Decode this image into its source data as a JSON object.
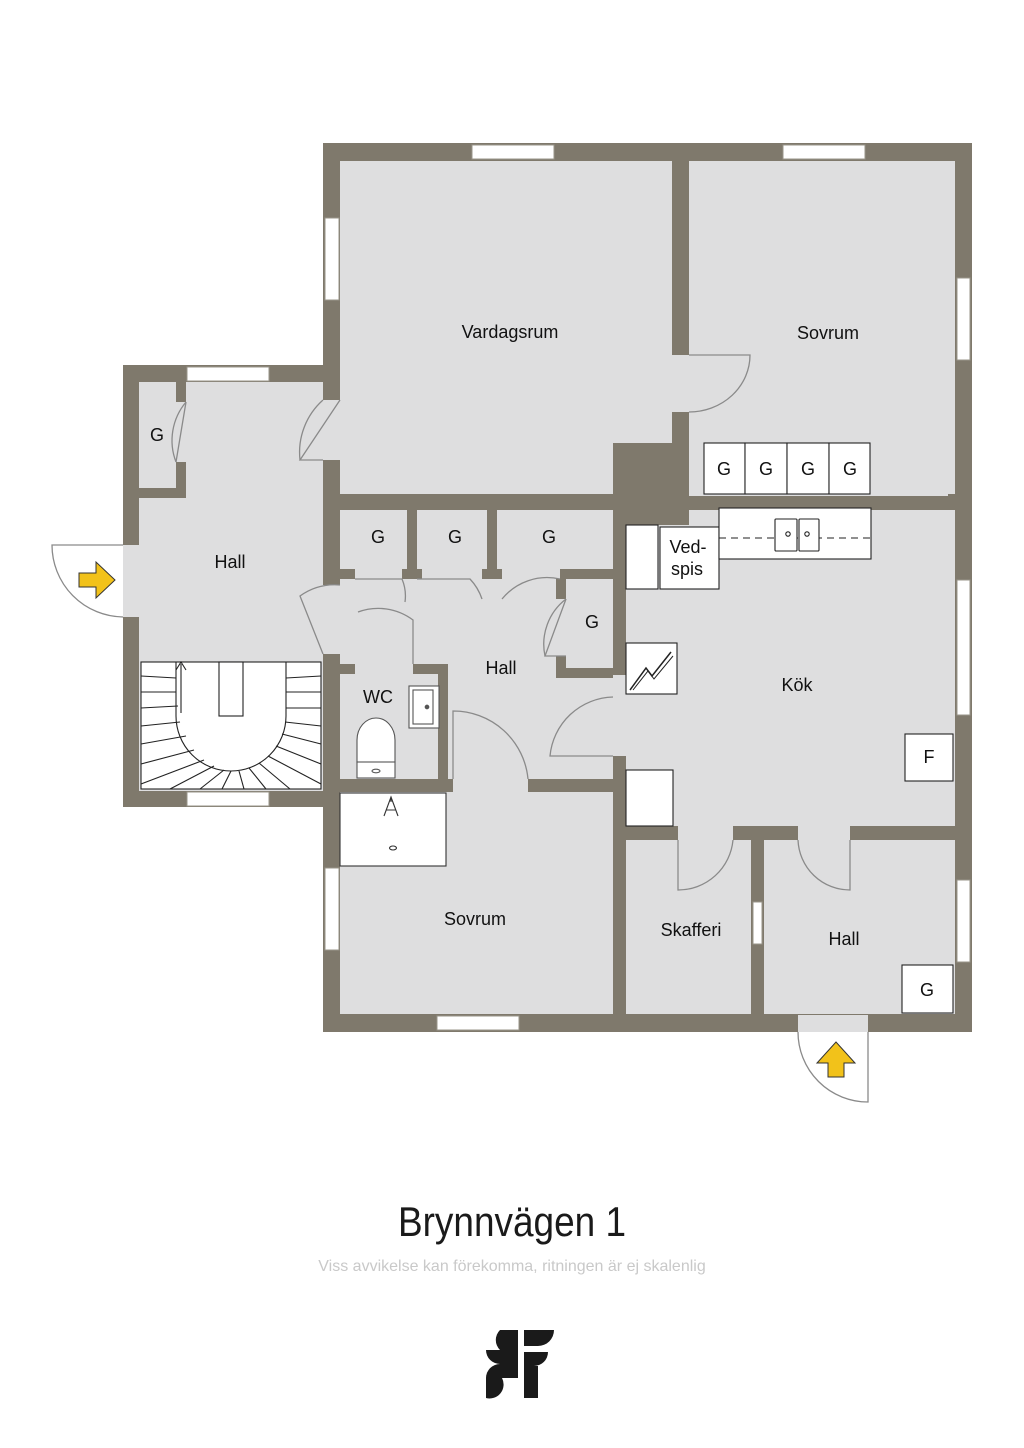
{
  "floorplan": {
    "colors": {
      "wall": "#7f796c",
      "floor": "#dededf",
      "window": "#ffffff",
      "entry_arrow": "#f2c21a"
    },
    "rooms": {
      "vardagsrum": "Vardagsrum",
      "sovrum_top": "Sovrum",
      "hall_left": "Hall",
      "hall_center": "Hall",
      "wc": "WC",
      "kok": "Kök",
      "sovrum_bottom": "Sovrum",
      "skafferi": "Skafferi",
      "hall_bottom": "Hall"
    },
    "fixtures": {
      "g_hall_left": "G",
      "g_kok_1": "G",
      "g_kok_2": "G",
      "g_kok_3": "G",
      "g_kok_4": "G",
      "g_corridor_1": "G",
      "g_corridor_2": "G",
      "g_corridor_3": "G",
      "g_hall_center": "G",
      "g_hall_bottom": "G",
      "vedspis_1": "Ved-",
      "vedspis_2": "spis",
      "freezer": "F"
    },
    "icons": {
      "entrance_west": "entry-arrow-right-icon",
      "entrance_south": "entry-arrow-up-icon",
      "electrical_panel": "electrical-panel-icon",
      "logo": "company-logo-icon"
    }
  },
  "footer": {
    "title": "Brynnvägen 1",
    "disclaimer": "Viss avvikelse kan förekomma, ritningen är ej skalenlig"
  }
}
